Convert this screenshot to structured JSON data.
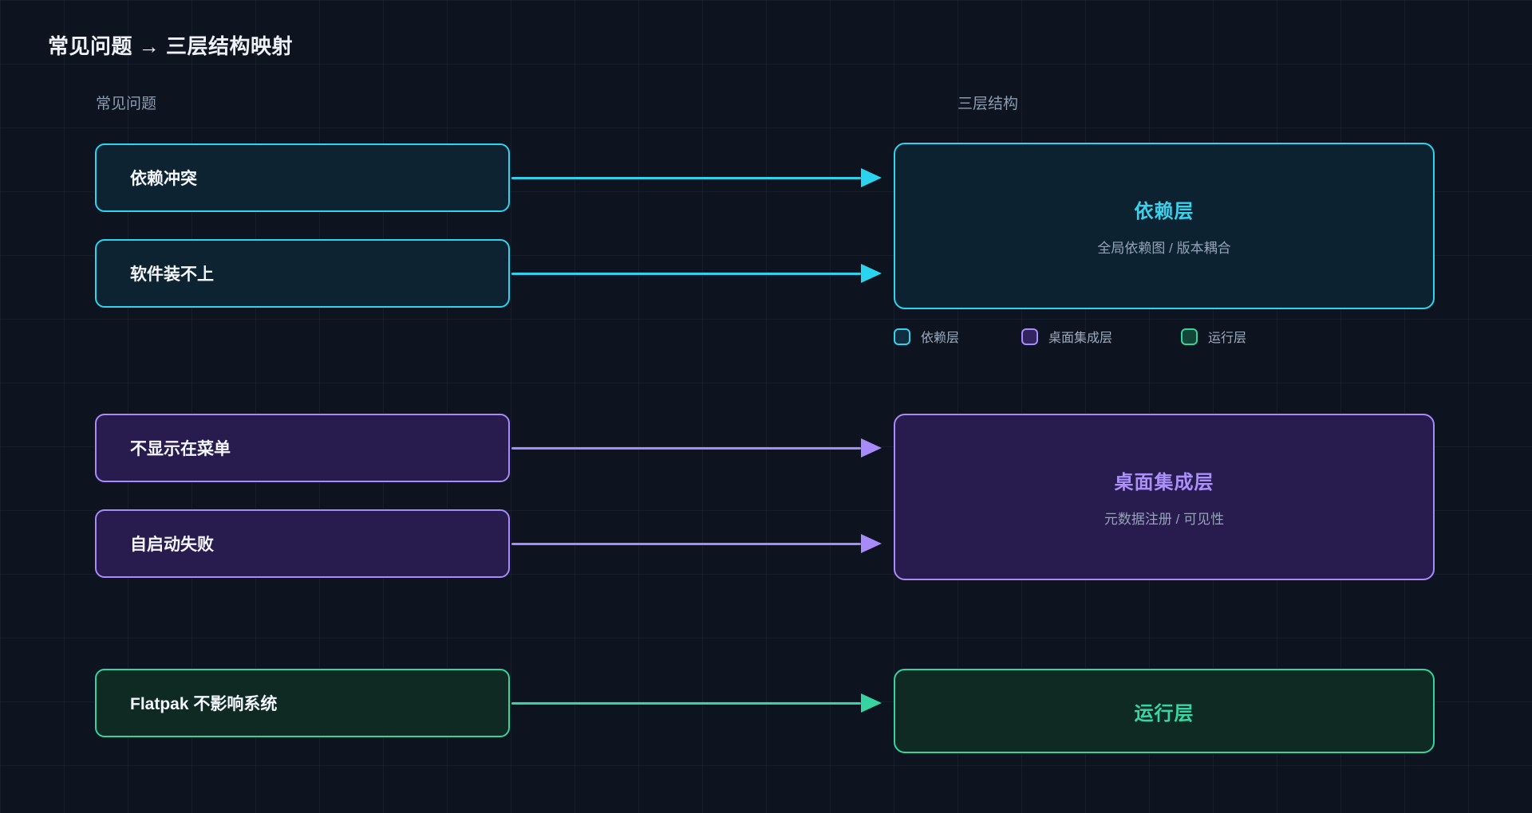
{
  "title": "常见问题 → 三层结构映射",
  "columns": {
    "left": "常见问题",
    "right": "三层结构"
  },
  "problems": [
    {
      "label": "依赖冲突",
      "layer": "dependency",
      "color": "#2cd4f0"
    },
    {
      "label": "软件装不上",
      "layer": "dependency",
      "color": "#2cd4f0"
    },
    {
      "label": "不显示在菜单",
      "layer": "desktop-integration",
      "color": "#a78bfa"
    },
    {
      "label": "自启动失败",
      "layer": "desktop-integration",
      "color": "#a78bfa"
    },
    {
      "label": "Flatpak 不影响系统",
      "layer": "runtime",
      "color": "#35d49e"
    }
  ],
  "layers": [
    {
      "title": "依赖层",
      "subtitle": "全局依赖图 / 版本耦合",
      "color": "#2cd4f0"
    },
    {
      "title": "桌面集成层",
      "subtitle": "元数据注册 / 可见性",
      "color": "#a78bfa"
    },
    {
      "title": "运行层",
      "subtitle": "",
      "color": "#35d49e"
    }
  ],
  "legend": [
    {
      "label": "依赖层",
      "color": "#2cd4f0"
    },
    {
      "label": "桌面集成层",
      "color": "#a78bfa"
    },
    {
      "label": "运行层",
      "color": "#35d49e"
    }
  ],
  "colors": {
    "background": "#0d1420",
    "grid_line": "rgba(148,163,184,0.07)",
    "cyan_accent": "#2cd4f0",
    "purple_accent": "#a78bfa",
    "green_accent": "#35d49e",
    "node_text": "#f3f6fa",
    "subtitle_text": "#94a3b8",
    "header_text": "#8c9cb1"
  }
}
